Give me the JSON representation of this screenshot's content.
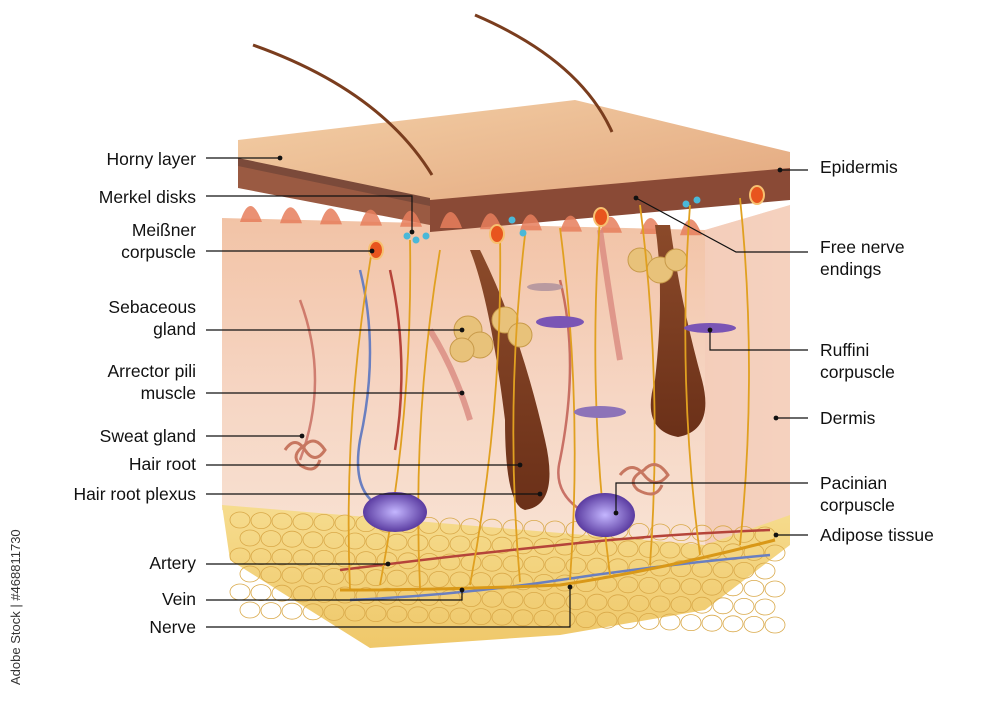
{
  "left_labels": [
    {
      "id": "horny-layer",
      "lines": [
        "Horny layer"
      ]
    },
    {
      "id": "merkel-disks",
      "lines": [
        "Merkel disks"
      ]
    },
    {
      "id": "meissner-corpuscle",
      "lines": [
        "Meißner",
        "corpuscle"
      ]
    },
    {
      "id": "sebaceous-gland",
      "lines": [
        "Sebaceous",
        "gland"
      ]
    },
    {
      "id": "arrector-pili-muscle",
      "lines": [
        "Arrector pili",
        "muscle"
      ]
    },
    {
      "id": "sweat-gland",
      "lines": [
        "Sweat gland"
      ]
    },
    {
      "id": "hair-root",
      "lines": [
        "Hair root"
      ]
    },
    {
      "id": "hair-root-plexus",
      "lines": [
        "Hair root plexus"
      ]
    },
    {
      "id": "artery",
      "lines": [
        "Artery"
      ]
    },
    {
      "id": "vein",
      "lines": [
        "Vein"
      ]
    },
    {
      "id": "nerve",
      "lines": [
        "Nerve"
      ]
    }
  ],
  "right_labels": [
    {
      "id": "epidermis",
      "lines": [
        "Epidermis"
      ]
    },
    {
      "id": "free-nerve-endings",
      "lines": [
        "Free nerve",
        "endings"
      ]
    },
    {
      "id": "ruffini-corpuscle",
      "lines": [
        "Ruffini",
        "corpuscle"
      ]
    },
    {
      "id": "dermis",
      "lines": [
        "Dermis"
      ]
    },
    {
      "id": "pacinian-corpuscle",
      "lines": [
        "Pacinian",
        "corpuscle"
      ]
    },
    {
      "id": "adipose-tissue",
      "lines": [
        "Adipose tissue"
      ]
    }
  ],
  "watermark": "Adobe Stock | #468811730",
  "colors": {
    "epidermis": "#e9b48e",
    "dermis": "#f6c9ad",
    "adipose": "#f3d27a",
    "nerve": "#e0a020",
    "artery": "#b5443a",
    "vein": "#6a7fc0",
    "corpuscle": "#7a55b5",
    "hair": "#7a3d1e"
  }
}
